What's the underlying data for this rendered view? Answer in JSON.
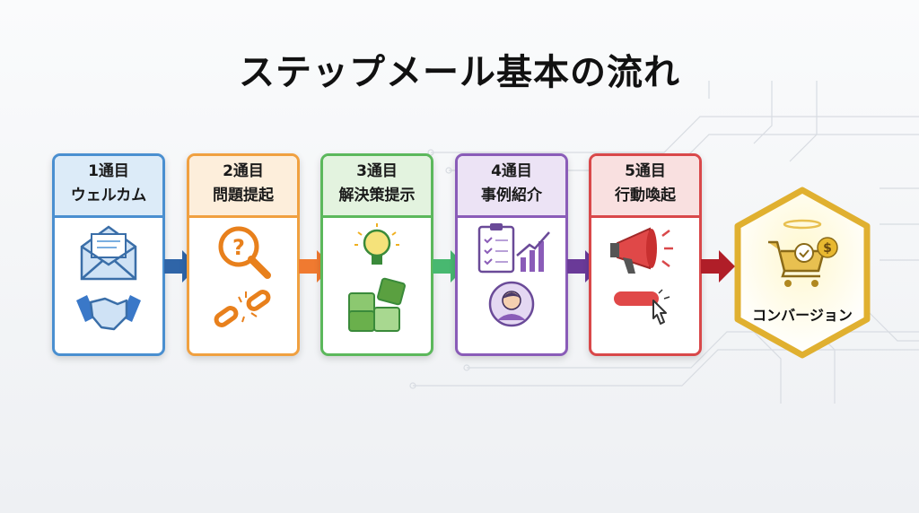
{
  "title": "ステップメール基本の流れ",
  "steps": [
    {
      "num": "1通目",
      "label": "ウェルカム",
      "color": "#4a8fd0",
      "header_bg": "#dcebf8",
      "icons": [
        "envelope-icon",
        "handshake-icon"
      ]
    },
    {
      "num": "2通目",
      "label": "問題提起",
      "color": "#f0a040",
      "header_bg": "#fdeedb",
      "icons": [
        "magnifier-question-icon",
        "broken-chain-icon"
      ]
    },
    {
      "num": "3通目",
      "label": "解決策提示",
      "color": "#5cb85c",
      "header_bg": "#e3f3df",
      "icons": [
        "lightbulb-icon",
        "puzzle-icon"
      ]
    },
    {
      "num": "4通目",
      "label": "事例紹介",
      "color": "#8a5cb8",
      "header_bg": "#ece3f5",
      "icons": [
        "clipboard-chart-icon",
        "person-icon"
      ]
    },
    {
      "num": "5通目",
      "label": "行動喚起",
      "color": "#d9484a",
      "header_bg": "#f9e0e0",
      "icons": [
        "megaphone-icon",
        "click-button-icon"
      ]
    }
  ],
  "goal": {
    "label": "コンバージョン",
    "color": "#e0b030"
  }
}
